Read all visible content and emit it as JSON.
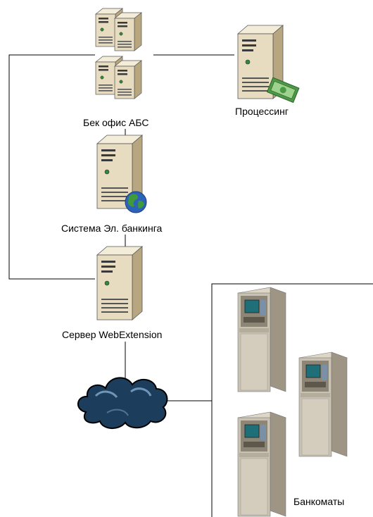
{
  "nodes": {
    "backoffice": {
      "label": "Бек офис АБС",
      "icon": "server-cluster-icon"
    },
    "processing": {
      "label": "Процессинг",
      "icon": "server-money-icon"
    },
    "ebanking": {
      "label": "Система Эл. банкинга",
      "icon": "server-globe-icon"
    },
    "webext": {
      "label": "Сервер WebExtension",
      "icon": "server-icon"
    },
    "internet": {
      "label": "",
      "icon": "cloud-icon"
    },
    "atms": {
      "label": "Банкоматы",
      "icon": "atm-icon",
      "count": 3
    }
  },
  "colors": {
    "server_body": "#e8dcc0",
    "server_side": "#b7a67f",
    "server_dark": "#3a3a3a",
    "cloud": "#1c3d5c",
    "cloud_highlight": "#6f95b8",
    "atm_body": "#c9c2b2",
    "atm_side": "#9e9584",
    "atm_screen": "#1f6f78",
    "line": "#000000"
  }
}
